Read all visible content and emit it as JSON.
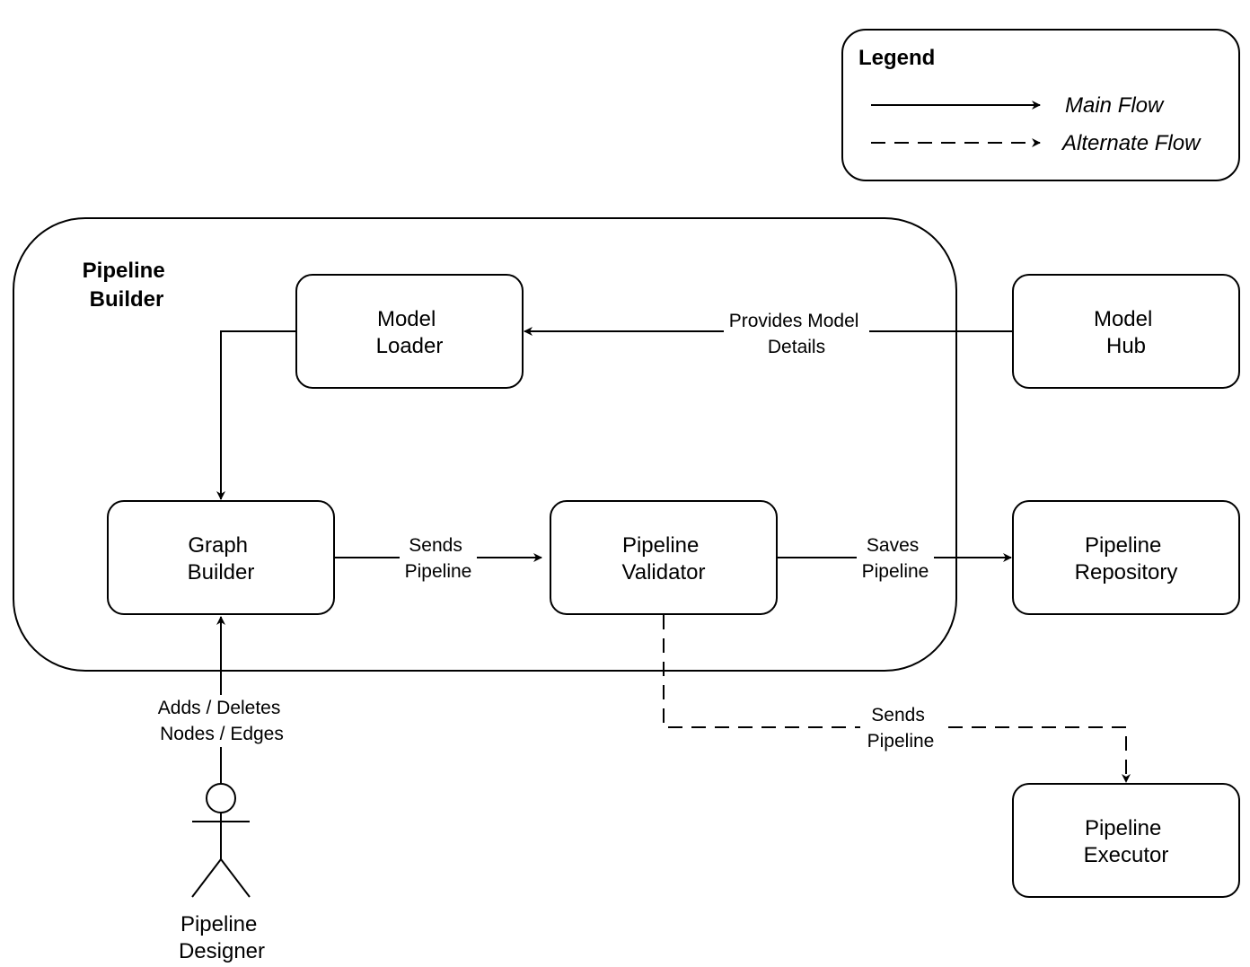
{
  "legend": {
    "title": "Legend",
    "main_flow": "Main Flow",
    "alternate_flow": "Alternate Flow"
  },
  "group": {
    "title_line1": "Pipeline",
    "title_line2": "Builder"
  },
  "nodes": {
    "model_loader": [
      "Model",
      "Loader"
    ],
    "model_hub": [
      "Model",
      "Hub"
    ],
    "graph_builder": [
      "Graph",
      "Builder"
    ],
    "pipeline_validator": [
      "Pipeline",
      "Validator"
    ],
    "pipeline_repository": [
      "Pipeline",
      "Repository"
    ],
    "pipeline_executor": [
      "Pipeline",
      "Executor"
    ]
  },
  "actor": {
    "label": [
      "Pipeline",
      "Designer"
    ]
  },
  "edges": {
    "provides_model_details": [
      "Provides Model",
      "Details"
    ],
    "sends_pipeline": [
      "Sends",
      "Pipeline"
    ],
    "saves_pipeline": [
      "Saves",
      "Pipeline"
    ],
    "sends_pipeline_alt": [
      "Sends",
      "Pipeline"
    ],
    "adds_deletes": [
      "Adds / Deletes",
      "Nodes / Edges"
    ]
  }
}
